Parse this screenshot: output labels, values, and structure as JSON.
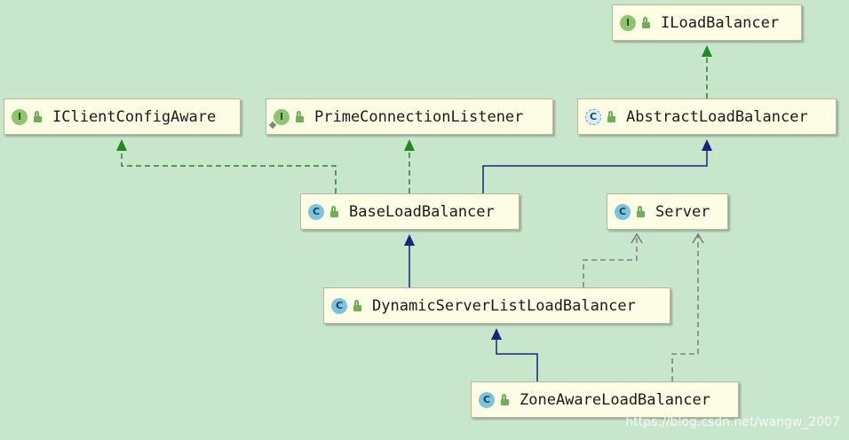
{
  "nodes": [
    {
      "id": "iloadbalancer",
      "label": "ILoadBalancer",
      "kind": "interface",
      "badge": "I"
    },
    {
      "id": "iclientconfigaware",
      "label": "IClientConfigAware",
      "kind": "interface",
      "badge": "I"
    },
    {
      "id": "primeconnectionlistener",
      "label": "PrimeConnectionListener",
      "kind": "interface",
      "badge": "I"
    },
    {
      "id": "abstractloadbalancer",
      "label": "AbstractLoadBalancer",
      "kind": "abstract",
      "badge": "C"
    },
    {
      "id": "baseloadbalancer",
      "label": "BaseLoadBalancer",
      "kind": "class",
      "badge": "C"
    },
    {
      "id": "server",
      "label": "Server",
      "kind": "class",
      "badge": "C"
    },
    {
      "id": "dynamicserverlistloadbalancer",
      "label": "DynamicServerListLoadBalancer",
      "kind": "class",
      "badge": "C"
    },
    {
      "id": "zoneawareloadbalancer",
      "label": "ZoneAwareLoadBalancer",
      "kind": "class",
      "badge": "C"
    }
  ],
  "edges": [
    {
      "from": "abstractloadbalancer",
      "to": "iloadbalancer",
      "type": "implements"
    },
    {
      "from": "baseloadbalancer",
      "to": "iclientconfigaware",
      "type": "implements"
    },
    {
      "from": "baseloadbalancer",
      "to": "primeconnectionlistener",
      "type": "implements"
    },
    {
      "from": "baseloadbalancer",
      "to": "abstractloadbalancer",
      "type": "extends"
    },
    {
      "from": "dynamicserverlistloadbalancer",
      "to": "baseloadbalancer",
      "type": "extends"
    },
    {
      "from": "dynamicserverlistloadbalancer",
      "to": "server",
      "type": "depends"
    },
    {
      "from": "zoneawareloadbalancer",
      "to": "dynamicserverlistloadbalancer",
      "type": "extends"
    },
    {
      "from": "zoneawareloadbalancer",
      "to": "server",
      "type": "depends"
    }
  ],
  "colors": {
    "implements": "#1f8a1f",
    "extends": "#1a237e",
    "depends": "#707070",
    "background": "#c8e6cc"
  },
  "watermark": "https://blog.csdn.net/wangw_2007"
}
